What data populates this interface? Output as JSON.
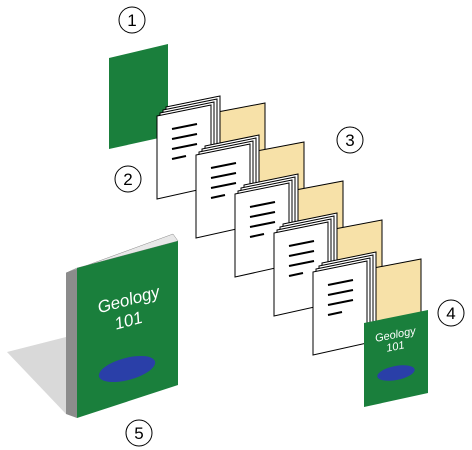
{
  "callouts": [
    "1",
    "2",
    "3",
    "4",
    "5"
  ],
  "book": {
    "title_line1": "Geology",
    "title_line2": "101"
  },
  "back_cover": {
    "title_line1": "Geology",
    "title_line2": "101"
  },
  "colors": {
    "cover_green": "#1a7f3c",
    "spine_gray": "#8c8c8c",
    "shadow_gray": "#d9d9d9",
    "tan_page": "#f7e1a8",
    "oval_blue": "#2a3fa8"
  }
}
